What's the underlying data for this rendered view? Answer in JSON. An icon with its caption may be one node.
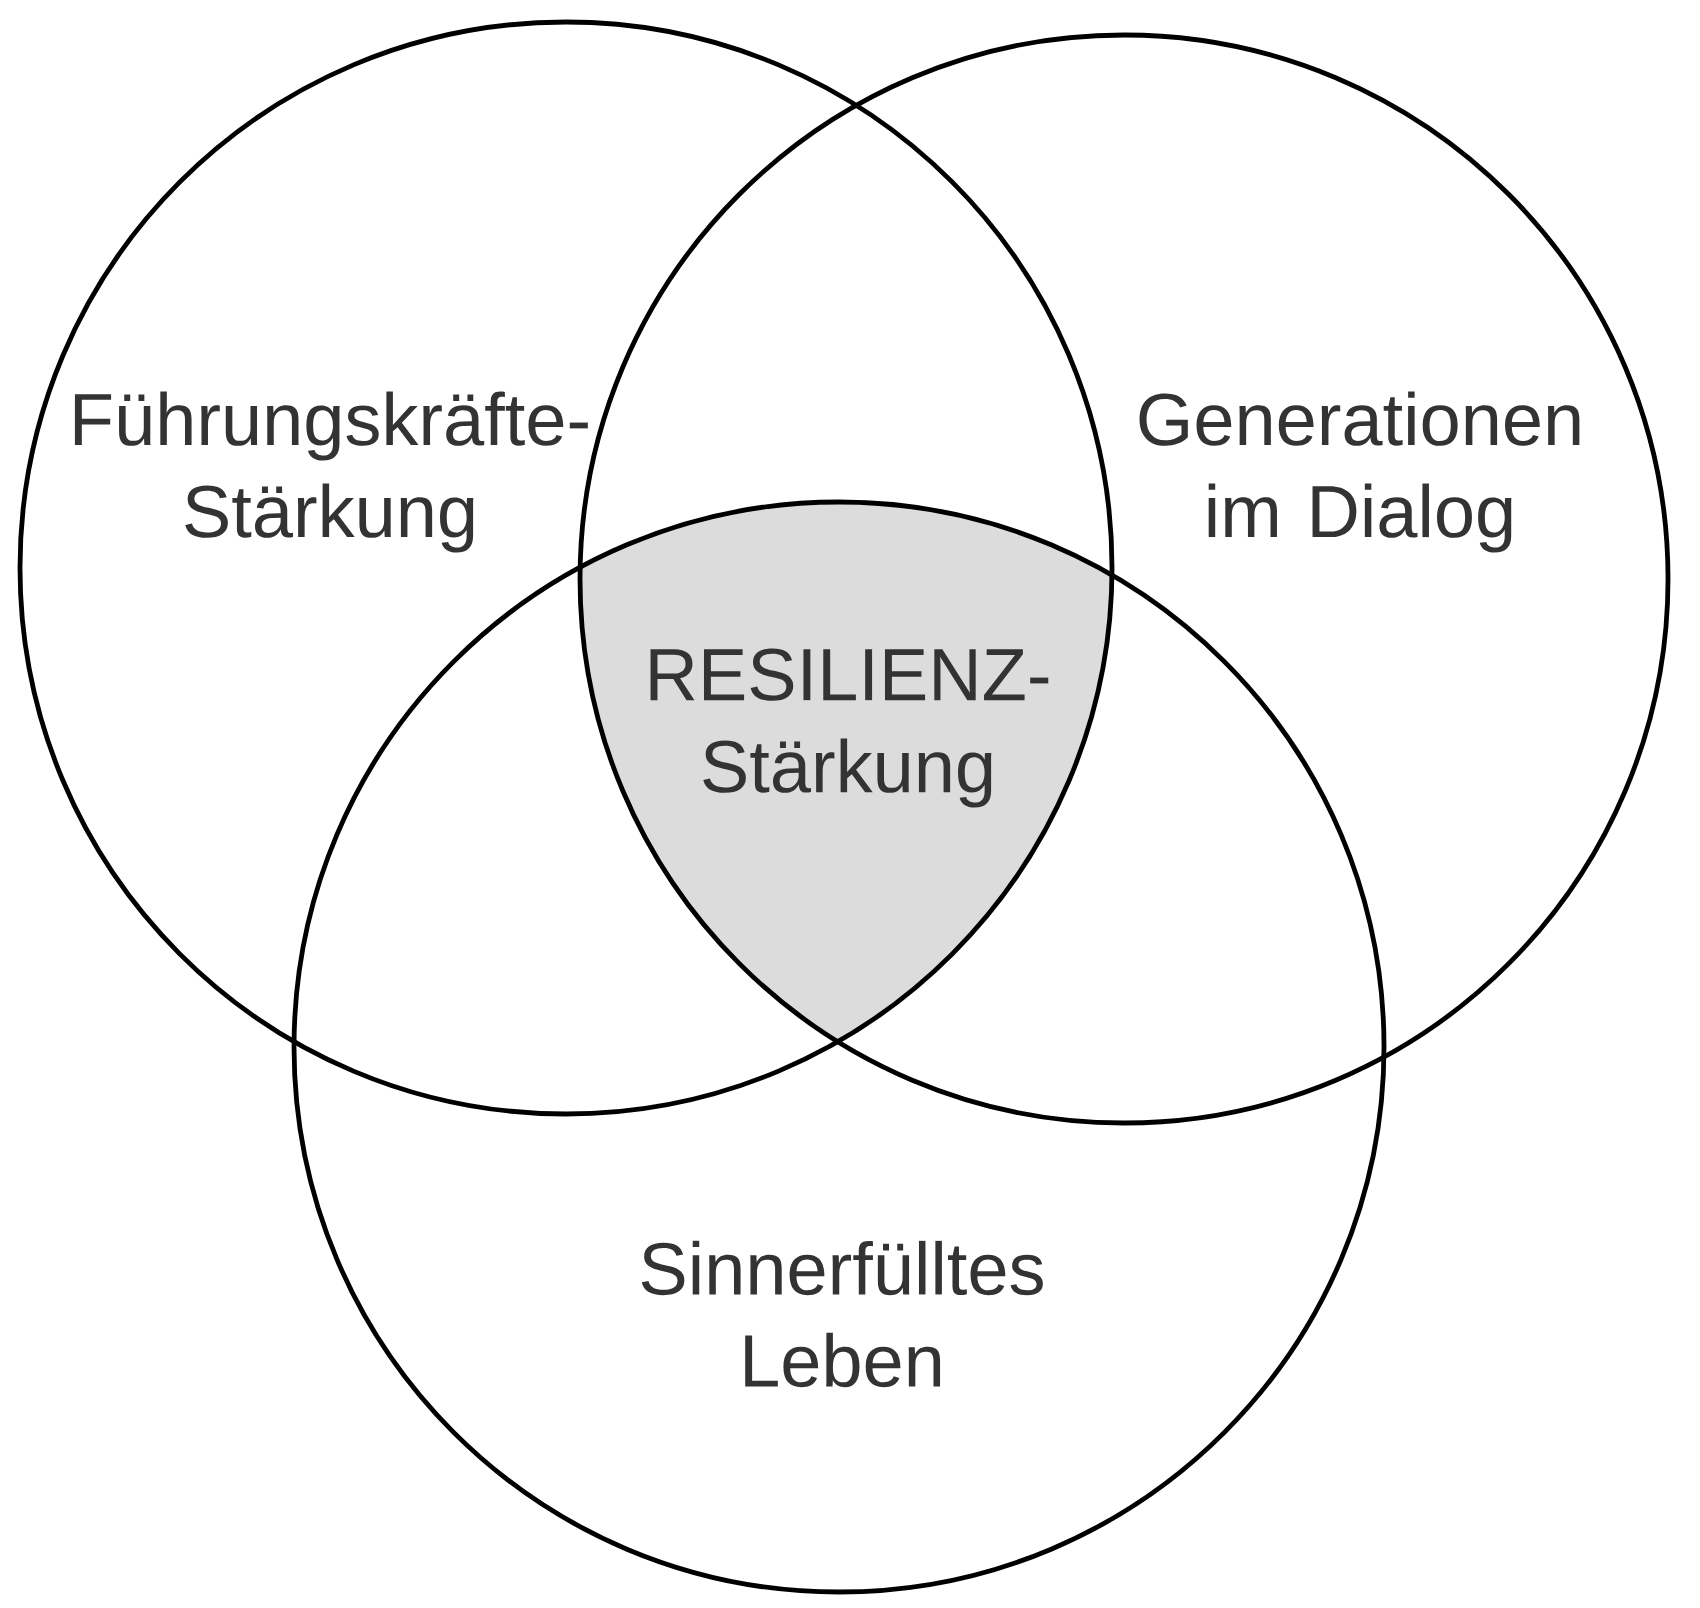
{
  "diagram": {
    "nodes": [
      {
        "text": [
          "Führungskräfte- Stärkung"
        ]
      },
      {
        "text": [
          "Generationen im Dialog"
        ]
      },
      {
        "text": [
          "RESILIENZ- Stärkung"
        ]
      },
      {
        "text": [
          "Sinnerfülltes Leben"
        ]
      }
    ]
  }
}
